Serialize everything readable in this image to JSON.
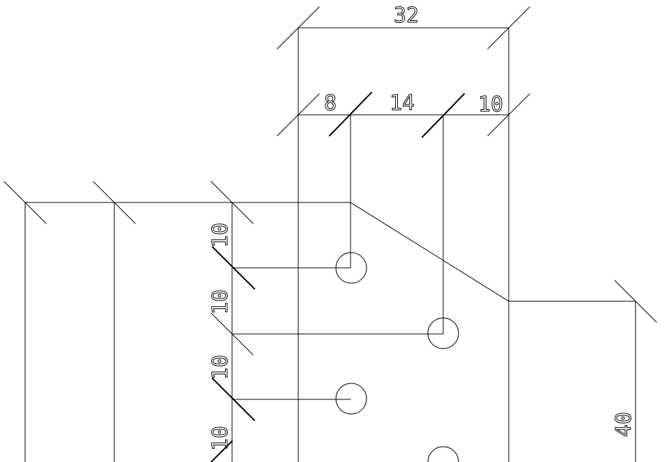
{
  "drawing": {
    "background": "#ffffff",
    "line_color": "#000000",
    "dimensions": {
      "top_overall": "32",
      "top_left": "8",
      "top_middle": "14",
      "top_right": "10",
      "vertical_1": "10",
      "vertical_2": "10",
      "vertical_3": "10",
      "vertical_4": "10",
      "right": "40"
    }
  }
}
